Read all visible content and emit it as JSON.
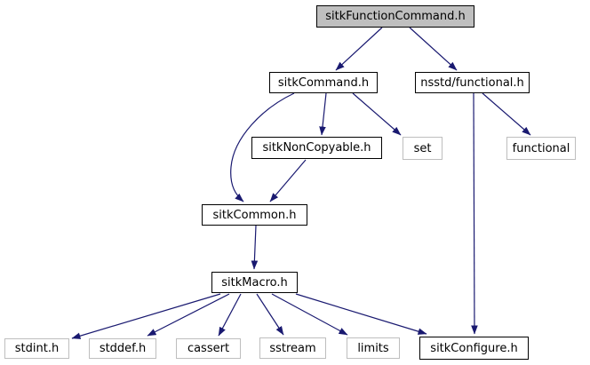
{
  "diagram": {
    "title": "include dependency graph for sitkFunctionCommand.h",
    "root": "sitkFunctionCommand.h",
    "colors": {
      "edge": "#191970",
      "current_node_fill": "#bfbfbf",
      "internal_node_border": "#000000",
      "external_node_border": "#bebebe",
      "background": "#ffffff"
    },
    "nodes": [
      {
        "id": "sitkFunctionCommand",
        "label": "sitkFunctionCommand.h",
        "kind": "current"
      },
      {
        "id": "sitkCommand",
        "label": "sitkCommand.h",
        "kind": "internal"
      },
      {
        "id": "nsstdFunctional",
        "label": "nsstd/functional.h",
        "kind": "internal"
      },
      {
        "id": "sitkNonCopyable",
        "label": "sitkNonCopyable.h",
        "kind": "internal"
      },
      {
        "id": "set",
        "label": "set",
        "kind": "external"
      },
      {
        "id": "functional",
        "label": "functional",
        "kind": "external"
      },
      {
        "id": "sitkCommon",
        "label": "sitkCommon.h",
        "kind": "internal"
      },
      {
        "id": "sitkMacro",
        "label": "sitkMacro.h",
        "kind": "internal"
      },
      {
        "id": "stdint",
        "label": "stdint.h",
        "kind": "external"
      },
      {
        "id": "stddef",
        "label": "stddef.h",
        "kind": "external"
      },
      {
        "id": "cassert",
        "label": "cassert",
        "kind": "external"
      },
      {
        "id": "sstream",
        "label": "sstream",
        "kind": "external"
      },
      {
        "id": "limits",
        "label": "limits",
        "kind": "external"
      },
      {
        "id": "sitkConfigure",
        "label": "sitkConfigure.h",
        "kind": "internal"
      }
    ],
    "edges": [
      {
        "from": "sitkFunctionCommand.h",
        "to": "sitkCommand.h"
      },
      {
        "from": "sitkFunctionCommand.h",
        "to": "nsstd/functional.h"
      },
      {
        "from": "sitkCommand.h",
        "to": "sitkNonCopyable.h"
      },
      {
        "from": "sitkCommand.h",
        "to": "set"
      },
      {
        "from": "sitkCommand.h",
        "to": "sitkCommon.h"
      },
      {
        "from": "sitkNonCopyable.h",
        "to": "sitkCommon.h"
      },
      {
        "from": "nsstd/functional.h",
        "to": "functional"
      },
      {
        "from": "nsstd/functional.h",
        "to": "sitkConfigure.h"
      },
      {
        "from": "sitkCommon.h",
        "to": "sitkMacro.h"
      },
      {
        "from": "sitkMacro.h",
        "to": "stdint.h"
      },
      {
        "from": "sitkMacro.h",
        "to": "stddef.h"
      },
      {
        "from": "sitkMacro.h",
        "to": "cassert"
      },
      {
        "from": "sitkMacro.h",
        "to": "sstream"
      },
      {
        "from": "sitkMacro.h",
        "to": "limits"
      },
      {
        "from": "sitkMacro.h",
        "to": "sitkConfigure.h"
      }
    ]
  }
}
